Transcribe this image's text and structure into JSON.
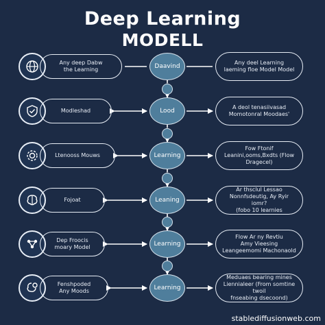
{
  "title_line1": "Deep Learning",
  "title_line2": "MODELL",
  "watermark": "stablediffusionweb.com",
  "colors": {
    "background": "#1c2b45",
    "node": "#4f7e9c",
    "line": "#e8eef6"
  },
  "rows": [
    {
      "icon": "globe-icon",
      "left": "Any deep Dabw\nthe Learning",
      "node": "Daavind",
      "right": "Any deel Learning\nlaeming floe Model Model"
    },
    {
      "icon": "shield-check-icon",
      "left": "Modleshad",
      "node": "Lood",
      "right": "A deol tenasiivasad\nMomotonral Moodaes'"
    },
    {
      "icon": "gear-icon",
      "left": "Ltenooss Mouws",
      "node": "Learning",
      "right": "Fow Ftonif\nLeanini,ooms,Bxdts (Flow\nDragecel)"
    },
    {
      "icon": "brain-icon",
      "left": "Fojoat",
      "node": "Leaning",
      "right": "Ar thsclul Lessao\nNonnfsdeutig, Ay Ryir iomr?\n(fobo 10 learnies"
    },
    {
      "icon": "network-icon",
      "left": "Dep Froocis\nmoary Model",
      "node": "Learning",
      "right": "Flow Ar ny Revtiu\nAmy Vieesing\nLeangeemomi Machonaold"
    },
    {
      "icon": "brain-gear-icon",
      "left": "Fenshpoded\nAny Moods",
      "node": "Learning",
      "right": "Meduaes bearing mines\nLiennialeer (From somtine twoil\nfnseabing dsecoond)"
    }
  ]
}
